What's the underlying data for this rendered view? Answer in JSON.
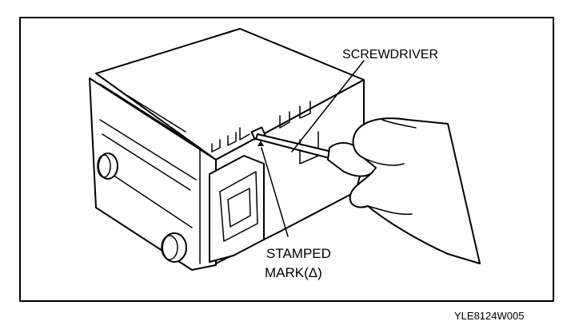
{
  "labels": {
    "screwdriver": "SCREWDRIVER",
    "stamped_line1": "STAMPED",
    "stamped_line2": "MARK(Δ)",
    "figure_code": "YLE8124W005"
  },
  "colors": {
    "ink": "#000000",
    "paper": "#ffffff"
  }
}
